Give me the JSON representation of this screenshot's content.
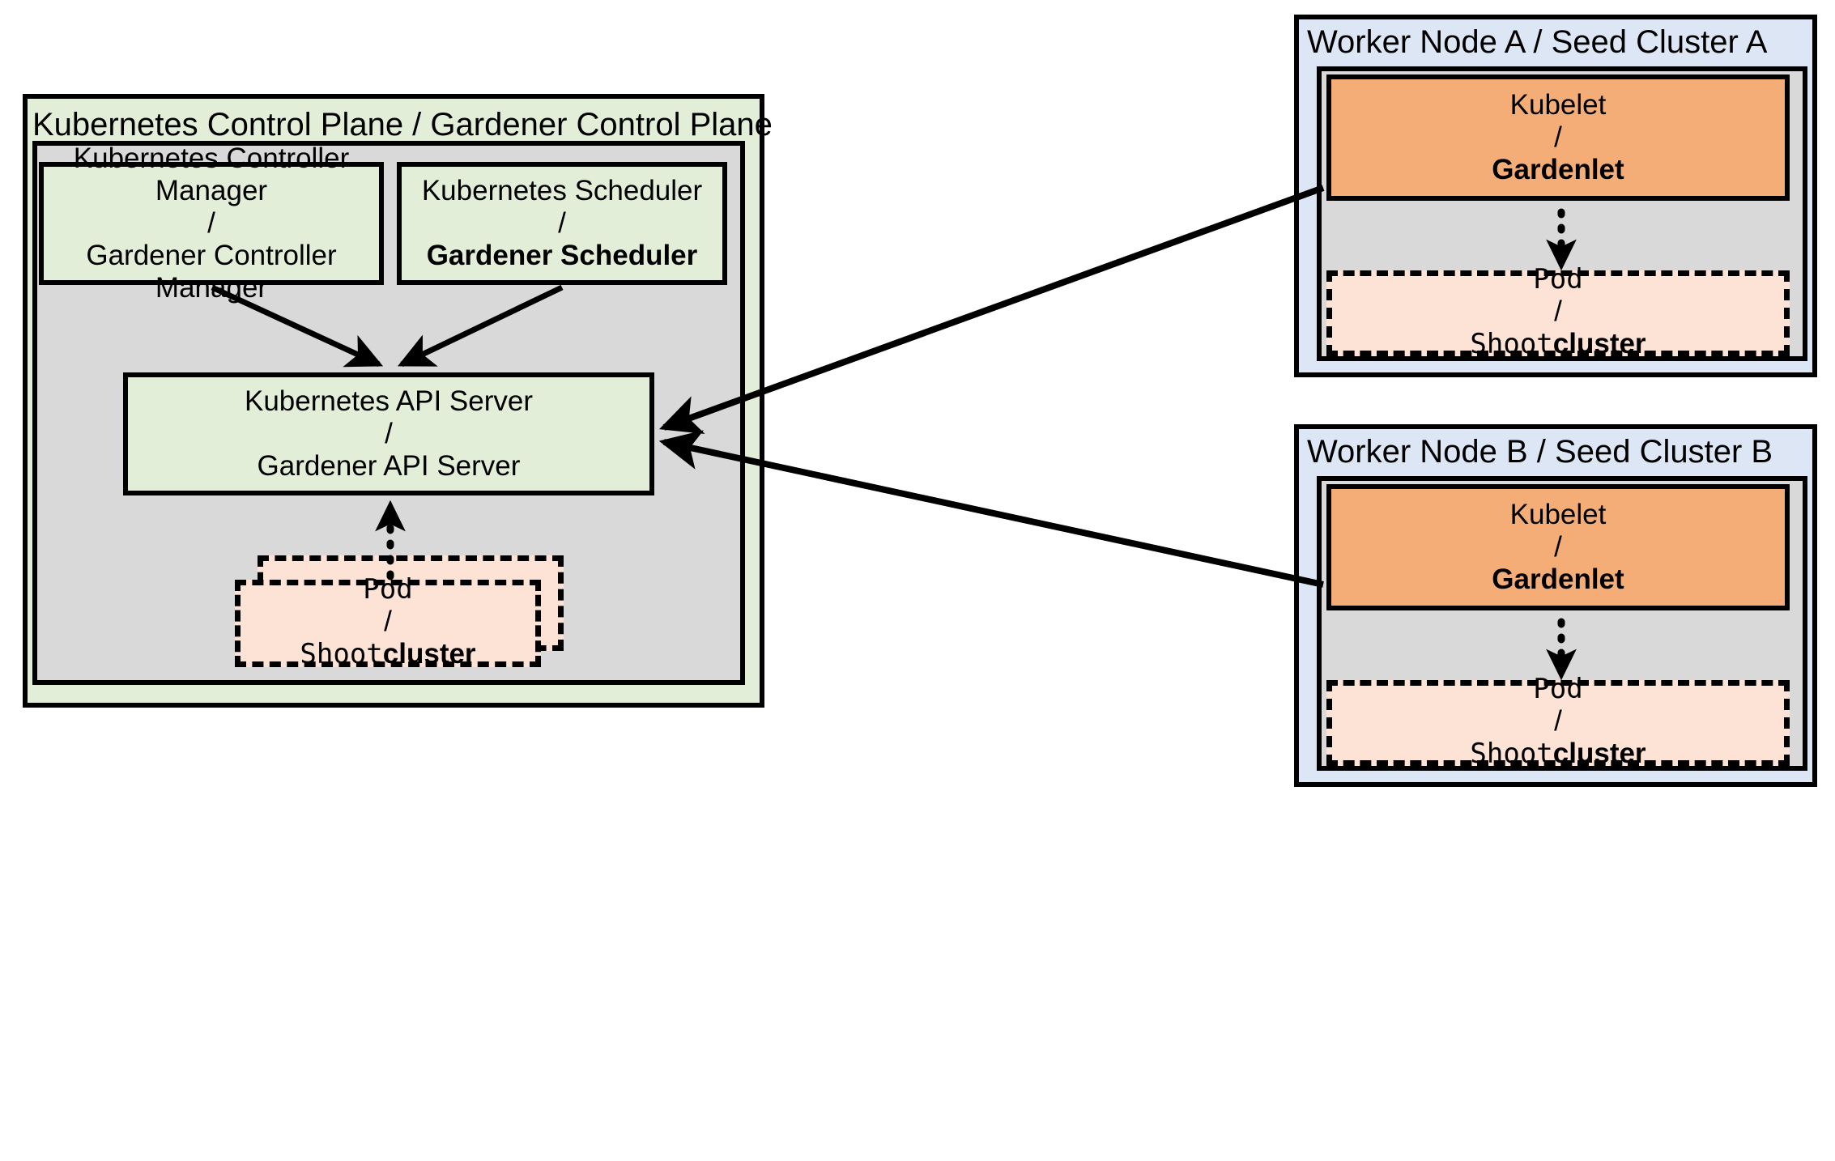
{
  "diagram": {
    "title_visible": false,
    "colors": {
      "green_fill": "#e2eed8",
      "gray_fill": "#d9d9d9",
      "blue_fill": "#dce6f5",
      "orange_fill": "#f4ad77",
      "peach_fill": "#fce3d5",
      "stroke": "#000000"
    }
  },
  "control_plane": {
    "title": "Kubernetes Control Plane / Gardener Control Plane",
    "controller_manager": {
      "line1": "Kubernetes Controller Manager",
      "separator": "/",
      "line2": "Gardener Controller Manager",
      "line2_bold": false
    },
    "scheduler": {
      "line1": "Kubernetes Scheduler",
      "separator": "/",
      "line2": "Gardener Scheduler",
      "line2_bold": true
    },
    "api_server": {
      "line1": "Kubernetes API Server",
      "separator": "/",
      "line2": "Gardener API Server",
      "line2_bold": false
    },
    "pod": {
      "line1": "Pod",
      "separator": "/",
      "line2_mono": "Shoot",
      "line2_bold": "cluster",
      "stacked": true
    }
  },
  "worker_nodes": [
    {
      "title": "Worker Node A / Seed Cluster A",
      "kubelet": {
        "line1": "Kubelet",
        "separator": "/",
        "line2": "Gardenlet",
        "line2_bold": true
      },
      "pod": {
        "line1": "Pod",
        "separator": "/",
        "line2_mono": "Shoot",
        "line2_bold": "cluster"
      }
    },
    {
      "title": "Worker Node B / Seed Cluster B",
      "kubelet": {
        "line1": "Kubelet",
        "separator": "/",
        "line2": "Gardenlet",
        "line2_bold": true
      },
      "pod": {
        "line1": "Pod",
        "separator": "/",
        "line2_mono": "Shoot",
        "line2_bold": "cluster"
      }
    }
  ],
  "connections": [
    {
      "name": "controller-manager-to-api-server",
      "style": "solid",
      "arrow": "single"
    },
    {
      "name": "scheduler-to-api-server",
      "style": "solid",
      "arrow": "single"
    },
    {
      "name": "pod-to-api-server",
      "style": "dotted",
      "arrow": "single"
    },
    {
      "name": "gardenlet-a-to-api-server",
      "style": "solid",
      "arrow": "single"
    },
    {
      "name": "gardenlet-b-to-api-server",
      "style": "solid",
      "arrow": "single"
    },
    {
      "name": "kubelet-a-to-pod-a",
      "style": "dotted",
      "arrow": "single"
    },
    {
      "name": "kubelet-b-to-pod-b",
      "style": "dotted",
      "arrow": "single"
    }
  ]
}
